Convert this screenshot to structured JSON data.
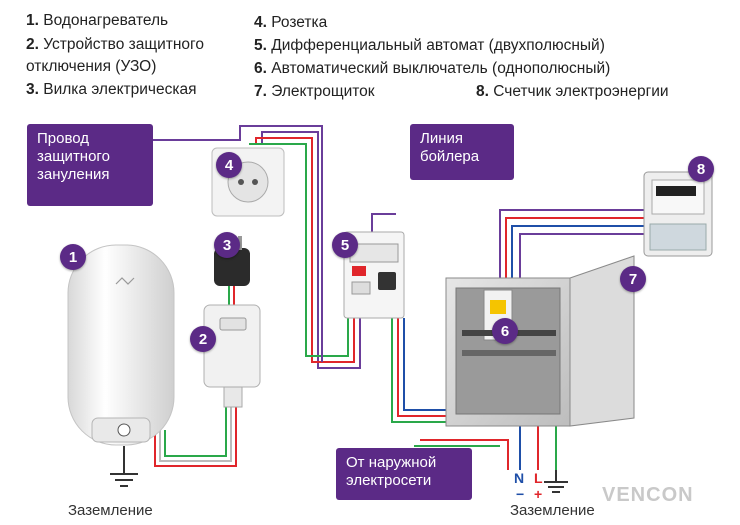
{
  "legend": [
    {
      "num": "1.",
      "text": " Водонагреватель"
    },
    {
      "num": "2.",
      "text": " Устройство защитного"
    },
    {
      "num": "",
      "text": "отключения (УЗО)"
    },
    {
      "num": "3.",
      "text": " Вилка электрическая"
    },
    {
      "num": "4.",
      "text": " Розетка"
    },
    {
      "num": "5.",
      "text": " Дифференциальный автомат  (двухполюсный)"
    },
    {
      "num": "6.",
      "text": " Автоматический выключатель (однополюсный)"
    },
    {
      "num": "7.",
      "text": " Электрощиток"
    },
    {
      "num": "8.",
      "text": " Счетчик электроэнергии"
    }
  ],
  "callouts": {
    "protective_wire": [
      "Провод",
      "защитного",
      "зануления"
    ],
    "boiler_line": [
      "Линия",
      "бойлера"
    ],
    "external_grid": [
      "От наружной",
      "электросети"
    ]
  },
  "badges": [
    "1",
    "2",
    "3",
    "4",
    "5",
    "6",
    "7",
    "8"
  ],
  "ground_labels": [
    "Заземление",
    "Заземление"
  ],
  "terminals": {
    "n": "N",
    "l": "L",
    "plus": "+",
    "minus": "−"
  },
  "watermark": "VENCON",
  "colors": {
    "accent": "#5b2a86",
    "phase": "#e0262b",
    "neutral": "#1f4fa8",
    "ground": "#2aa84a",
    "zeroing": "#6a3d9a"
  }
}
